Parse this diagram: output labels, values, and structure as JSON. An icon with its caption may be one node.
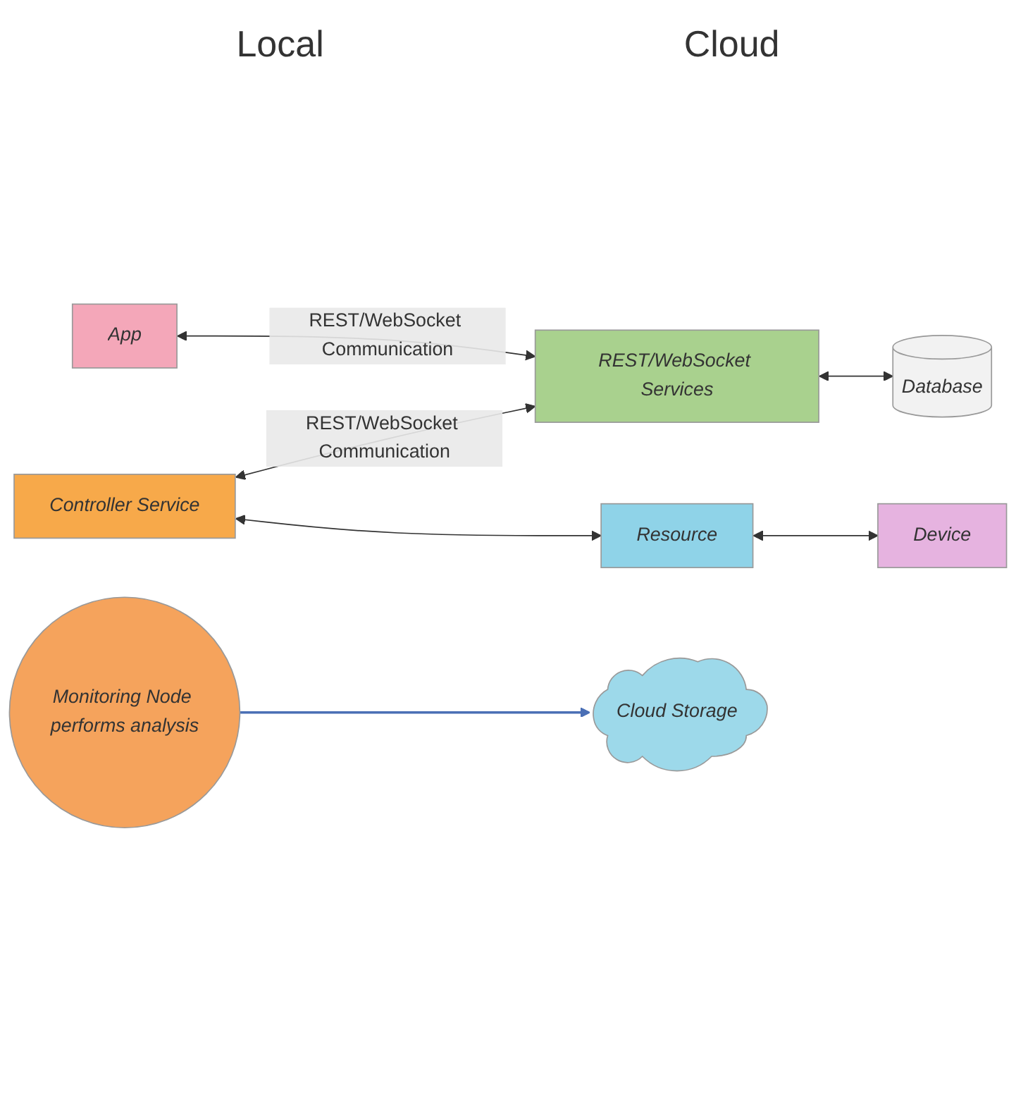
{
  "diagram": {
    "nodes": [
      {
        "text": [
          "App"
        ]
      },
      {
        "text": [
          "REST/WebSocket Services"
        ]
      },
      {
        "text": [
          "Database"
        ]
      },
      {
        "text": [
          "Controller Service"
        ]
      },
      {
        "text": [
          "Resource"
        ]
      },
      {
        "text": [
          "Device"
        ]
      },
      {
        "text": [
          "Monitoring Node performs analysis"
        ]
      },
      {
        "text": [
          "Cloud Storage"
        ]
      }
    ],
    "edges": [
      {
        "from": 0,
        "to": 1,
        "arrow": "both",
        "label": "REST/WebSocket Communication"
      },
      {
        "from": 3,
        "to": 1,
        "arrow": "both",
        "label": "REST/WebSocket Communication"
      },
      {
        "from": 1,
        "to": 2,
        "arrow": "both"
      },
      {
        "from": 3,
        "to": 4,
        "arrow": "both"
      },
      {
        "from": 4,
        "to": 5,
        "arrow": "both"
      },
      {
        "from": 6,
        "to": 7,
        "arrow": "to",
        "color": "#4a6fb5"
      }
    ],
    "labels": [
      "Local",
      "Cloud"
    ]
  }
}
